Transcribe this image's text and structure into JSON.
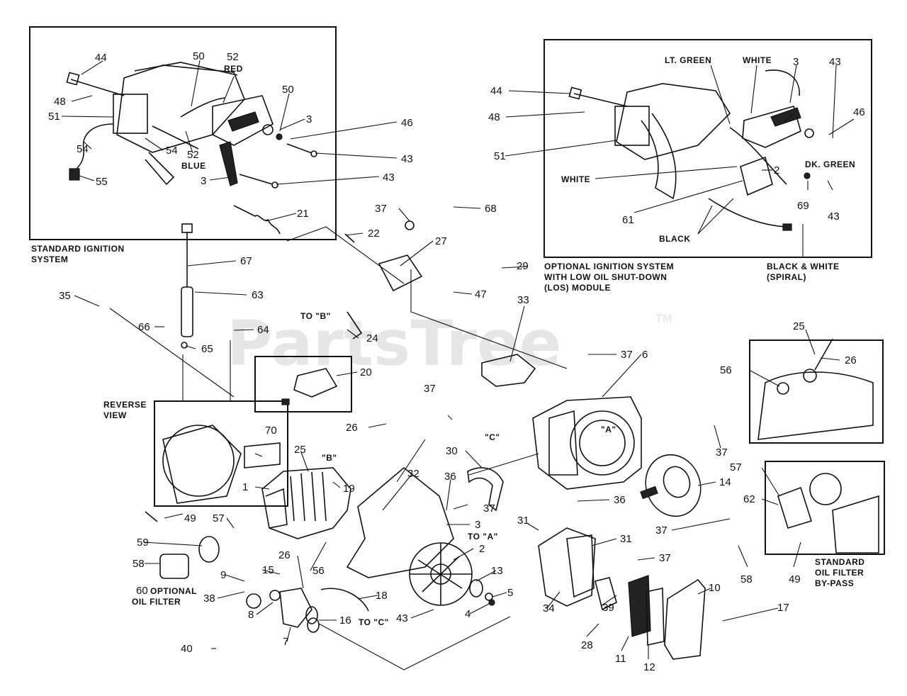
{
  "watermark": {
    "text": "PartsTree",
    "tm": "TM"
  },
  "captions": {
    "standard_ignition": [
      "STANDARD IGNITION",
      "SYSTEM"
    ],
    "optional_ignition": [
      "OPTIONAL IGNITION SYSTEM",
      "WITH LOW OIL SHUT-DOWN",
      "(LOS) MODULE"
    ],
    "reverse_view": [
      "REVERSE",
      "VIEW"
    ],
    "optional_oil_filter": [
      "OPTIONAL",
      "OIL FILTER"
    ],
    "standard_oil_filter": [
      "STANDARD",
      "OIL FILTER",
      "BY-PASS"
    ],
    "black_white_spiral": [
      "BLACK & WHITE",
      "(SPIRAL)"
    ]
  },
  "wire_labels": {
    "red": "RED",
    "blue": "BLUE",
    "lt_green": "LT. GREEN",
    "white_top": "WHITE",
    "dk_green": "DK. GREEN",
    "white_left": "WHITE",
    "black": "BLACK"
  },
  "refs": {
    "to_a": "TO \"A\"",
    "to_b": "TO \"B\"",
    "to_c": "TO \"C\"",
    "a": "\"A\"",
    "b": "\"B\"",
    "c": "\"C\""
  },
  "callouts": [
    {
      "id": "c44a",
      "text": "44"
    },
    {
      "id": "c50a",
      "text": "50"
    },
    {
      "id": "c52a",
      "text": "52"
    },
    {
      "id": "c48a",
      "text": "48"
    },
    {
      "id": "c50b",
      "text": "50"
    },
    {
      "id": "c51a",
      "text": "51"
    },
    {
      "id": "c3a",
      "text": "3"
    },
    {
      "id": "c46a",
      "text": "46"
    },
    {
      "id": "c54a",
      "text": "54"
    },
    {
      "id": "c54b",
      "text": "54"
    },
    {
      "id": "c52b",
      "text": "52"
    },
    {
      "id": "c43a",
      "text": "43"
    },
    {
      "id": "c3b",
      "text": "3"
    },
    {
      "id": "c43b",
      "text": "43"
    },
    {
      "id": "c55",
      "text": "55"
    },
    {
      "id": "c21",
      "text": "21"
    },
    {
      "id": "c67",
      "text": "67"
    },
    {
      "id": "c63",
      "text": "63"
    },
    {
      "id": "c35",
      "text": "35"
    },
    {
      "id": "c66",
      "text": "66"
    },
    {
      "id": "c64",
      "text": "64"
    },
    {
      "id": "c65",
      "text": "65"
    },
    {
      "id": "c37a",
      "text": "37"
    },
    {
      "id": "c68",
      "text": "68"
    },
    {
      "id": "c22",
      "text": "22"
    },
    {
      "id": "c27",
      "text": "27"
    },
    {
      "id": "c29",
      "text": "29"
    },
    {
      "id": "c47",
      "text": "47"
    },
    {
      "id": "c24",
      "text": "24"
    },
    {
      "id": "c33",
      "text": "33"
    },
    {
      "id": "c20",
      "text": "20"
    },
    {
      "id": "c37b",
      "text": "37"
    },
    {
      "id": "c6",
      "text": "6"
    },
    {
      "id": "c37c",
      "text": "37"
    },
    {
      "id": "c26a",
      "text": "26"
    },
    {
      "id": "c70",
      "text": "70"
    },
    {
      "id": "c25a",
      "text": "25"
    },
    {
      "id": "c1",
      "text": "1"
    },
    {
      "id": "c19",
      "text": "19"
    },
    {
      "id": "c30",
      "text": "30"
    },
    {
      "id": "c32",
      "text": "32"
    },
    {
      "id": "c36a",
      "text": "36"
    },
    {
      "id": "c37d",
      "text": "37"
    },
    {
      "id": "c37e",
      "text": "37"
    },
    {
      "id": "c14",
      "text": "14"
    },
    {
      "id": "c36b",
      "text": "36"
    },
    {
      "id": "c37f",
      "text": "37"
    },
    {
      "id": "c49a",
      "text": "49"
    },
    {
      "id": "c57a",
      "text": "57"
    },
    {
      "id": "c3c",
      "text": "3"
    },
    {
      "id": "c31a",
      "text": "31"
    },
    {
      "id": "c31b",
      "text": "31"
    },
    {
      "id": "c2",
      "text": "2"
    },
    {
      "id": "c59",
      "text": "59"
    },
    {
      "id": "c58a",
      "text": "58"
    },
    {
      "id": "c9",
      "text": "9"
    },
    {
      "id": "c15",
      "text": "15"
    },
    {
      "id": "c26b",
      "text": "26"
    },
    {
      "id": "c56a",
      "text": "56"
    },
    {
      "id": "c60",
      "text": "60"
    },
    {
      "id": "c38",
      "text": "38"
    },
    {
      "id": "c8",
      "text": "8"
    },
    {
      "id": "c18",
      "text": "18"
    },
    {
      "id": "c13",
      "text": "13"
    },
    {
      "id": "c5",
      "text": "5"
    },
    {
      "id": "c4",
      "text": "4"
    },
    {
      "id": "c43c",
      "text": "43"
    },
    {
      "id": "c16",
      "text": "16"
    },
    {
      "id": "c7",
      "text": "7"
    },
    {
      "id": "c40",
      "text": "40"
    },
    {
      "id": "c37g",
      "text": "37"
    },
    {
      "id": "c34",
      "text": "34"
    },
    {
      "id": "c39",
      "text": "39"
    },
    {
      "id": "c10",
      "text": "10"
    },
    {
      "id": "c17",
      "text": "17"
    },
    {
      "id": "c28",
      "text": "28"
    },
    {
      "id": "c11",
      "text": "11"
    },
    {
      "id": "c12",
      "text": "12"
    },
    {
      "id": "c44b",
      "text": "44"
    },
    {
      "id": "c3d",
      "text": "3"
    },
    {
      "id": "c43d",
      "text": "43"
    },
    {
      "id": "c48b",
      "text": "48"
    },
    {
      "id": "c46b",
      "text": "46"
    },
    {
      "id": "c51b",
      "text": "51"
    },
    {
      "id": "c2b",
      "text": "2"
    },
    {
      "id": "c61",
      "text": "61"
    },
    {
      "id": "c69",
      "text": "69"
    },
    {
      "id": "c43e",
      "text": "43"
    },
    {
      "id": "c25b",
      "text": "25"
    },
    {
      "id": "c26c",
      "text": "26"
    },
    {
      "id": "c56b",
      "text": "56"
    },
    {
      "id": "c57b",
      "text": "57"
    },
    {
      "id": "c62",
      "text": "62"
    },
    {
      "id": "c58b",
      "text": "58"
    },
    {
      "id": "c49b",
      "text": "49"
    }
  ]
}
